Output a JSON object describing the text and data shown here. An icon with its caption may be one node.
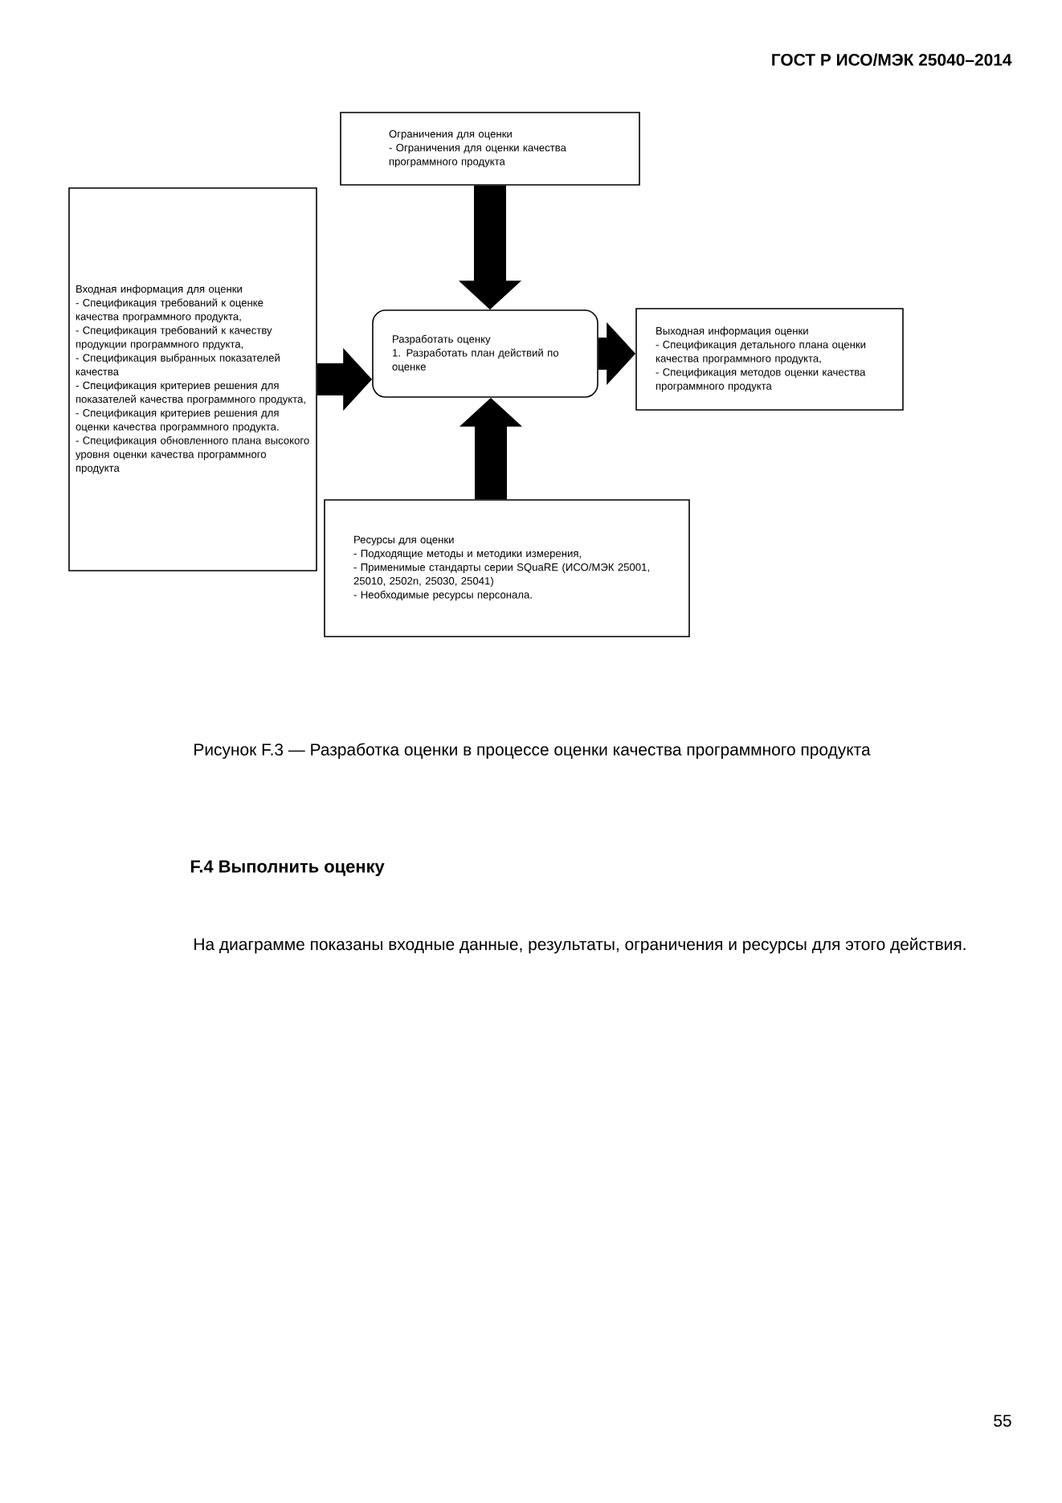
{
  "diagram": {
    "caption": "Рисунок F.3 — Разработка оценки в процессе оценки качества программного продукта",
    "nodes": [
      {
        "text": [
          "Ограничения для оценки",
          "- Ограничения для оценки качества программного продукта"
        ]
      },
      {
        "text": [
          "Входная информация для оценки",
          "- Спецификация требований к оценке качества программного продукта,",
          "- Спецификация требований к качеству продукции программного прдукта,",
          "- Спецификация выбранных показателей качества",
          "- Спецификация критериев решения для показателей качества программного продукта,",
          "- Спецификация критериев решения для оценки качества программного продукта.",
          "- Спецификация обновленного плана высокого уровня оценки качества программного продукта"
        ]
      },
      {
        "text": [
          "Разработать оценку",
          "1. Разработать план действий по оценке"
        ]
      },
      {
        "text": [
          "Выходная информация оценки",
          "- Спецификация детального плана оценки качества программного продукта,",
          "- Спецификация методов оценки качества программного продукта"
        ]
      },
      {
        "text": [
          "Ресурсы для оценки",
          "- Подходящие методы и методики измерения,",
          "- Применимые стандарты серии SQuaRE (ИСО/МЭК 25001, 25010, 2502n, 25030, 25041)",
          "- Необходимые ресурсы персонала."
        ]
      }
    ],
    "edges": [
      {
        "from": 0,
        "to": 2,
        "arrow": "to"
      },
      {
        "from": 1,
        "to": 2,
        "arrow": "to"
      },
      {
        "from": 2,
        "to": 3,
        "arrow": "to"
      },
      {
        "from": 4,
        "to": 2,
        "arrow": "to"
      }
    ],
    "labels": [
      "ГОСТ Р ИСО/МЭК 25040–2014",
      "F.4 Выполнить оценку",
      "На диаграмме показаны входные данные, результаты, ограничения и ресурсы для этого действия.",
      "55"
    ]
  }
}
